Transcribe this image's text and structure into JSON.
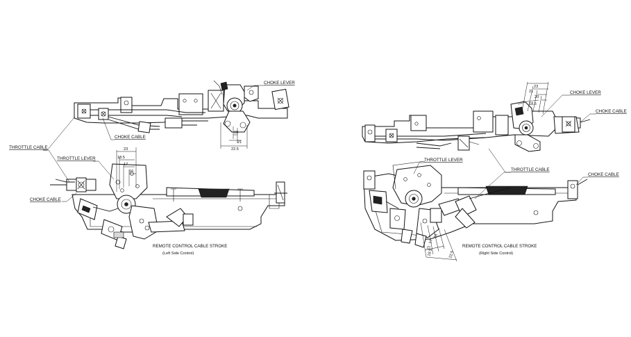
{
  "left_figure": {
    "labels": {
      "choke_lever": "CHOKE LEVER",
      "choke_cable_upper": "CHOKE CABLE",
      "throttle_cable": "THROTTLE CABLE",
      "throttle_lever": "THROTTLE LEVER",
      "choke_cable_lower": "CHOKE CABLE"
    },
    "choke_dims": [
      "18",
      "21",
      "22.5"
    ],
    "throttle_dims": [
      "23",
      "18.5",
      "17",
      "16"
    ],
    "caption": "REMOTE CONTROL CABLE STROKE",
    "caption_sub": "(Left Side Control)"
  },
  "right_figure": {
    "labels": {
      "choke_lever": "CHOKE LEVER",
      "choke_cable_upper": "CHOKE CABLE",
      "throttle_lever": "THROTTLE LEVER",
      "throttle_cable": "THROTTLE CABLE",
      "choke_cable_lower": "CHOKE CABLE"
    },
    "choke_dims": [
      "23",
      "21",
      "20",
      "18.5"
    ],
    "throttle_dims": [
      "16",
      "17",
      "21",
      "18.5",
      "22.5"
    ],
    "caption": "REMOTE CONTROL CABLE STROKE",
    "caption_sub": "(Right Side Control)"
  }
}
